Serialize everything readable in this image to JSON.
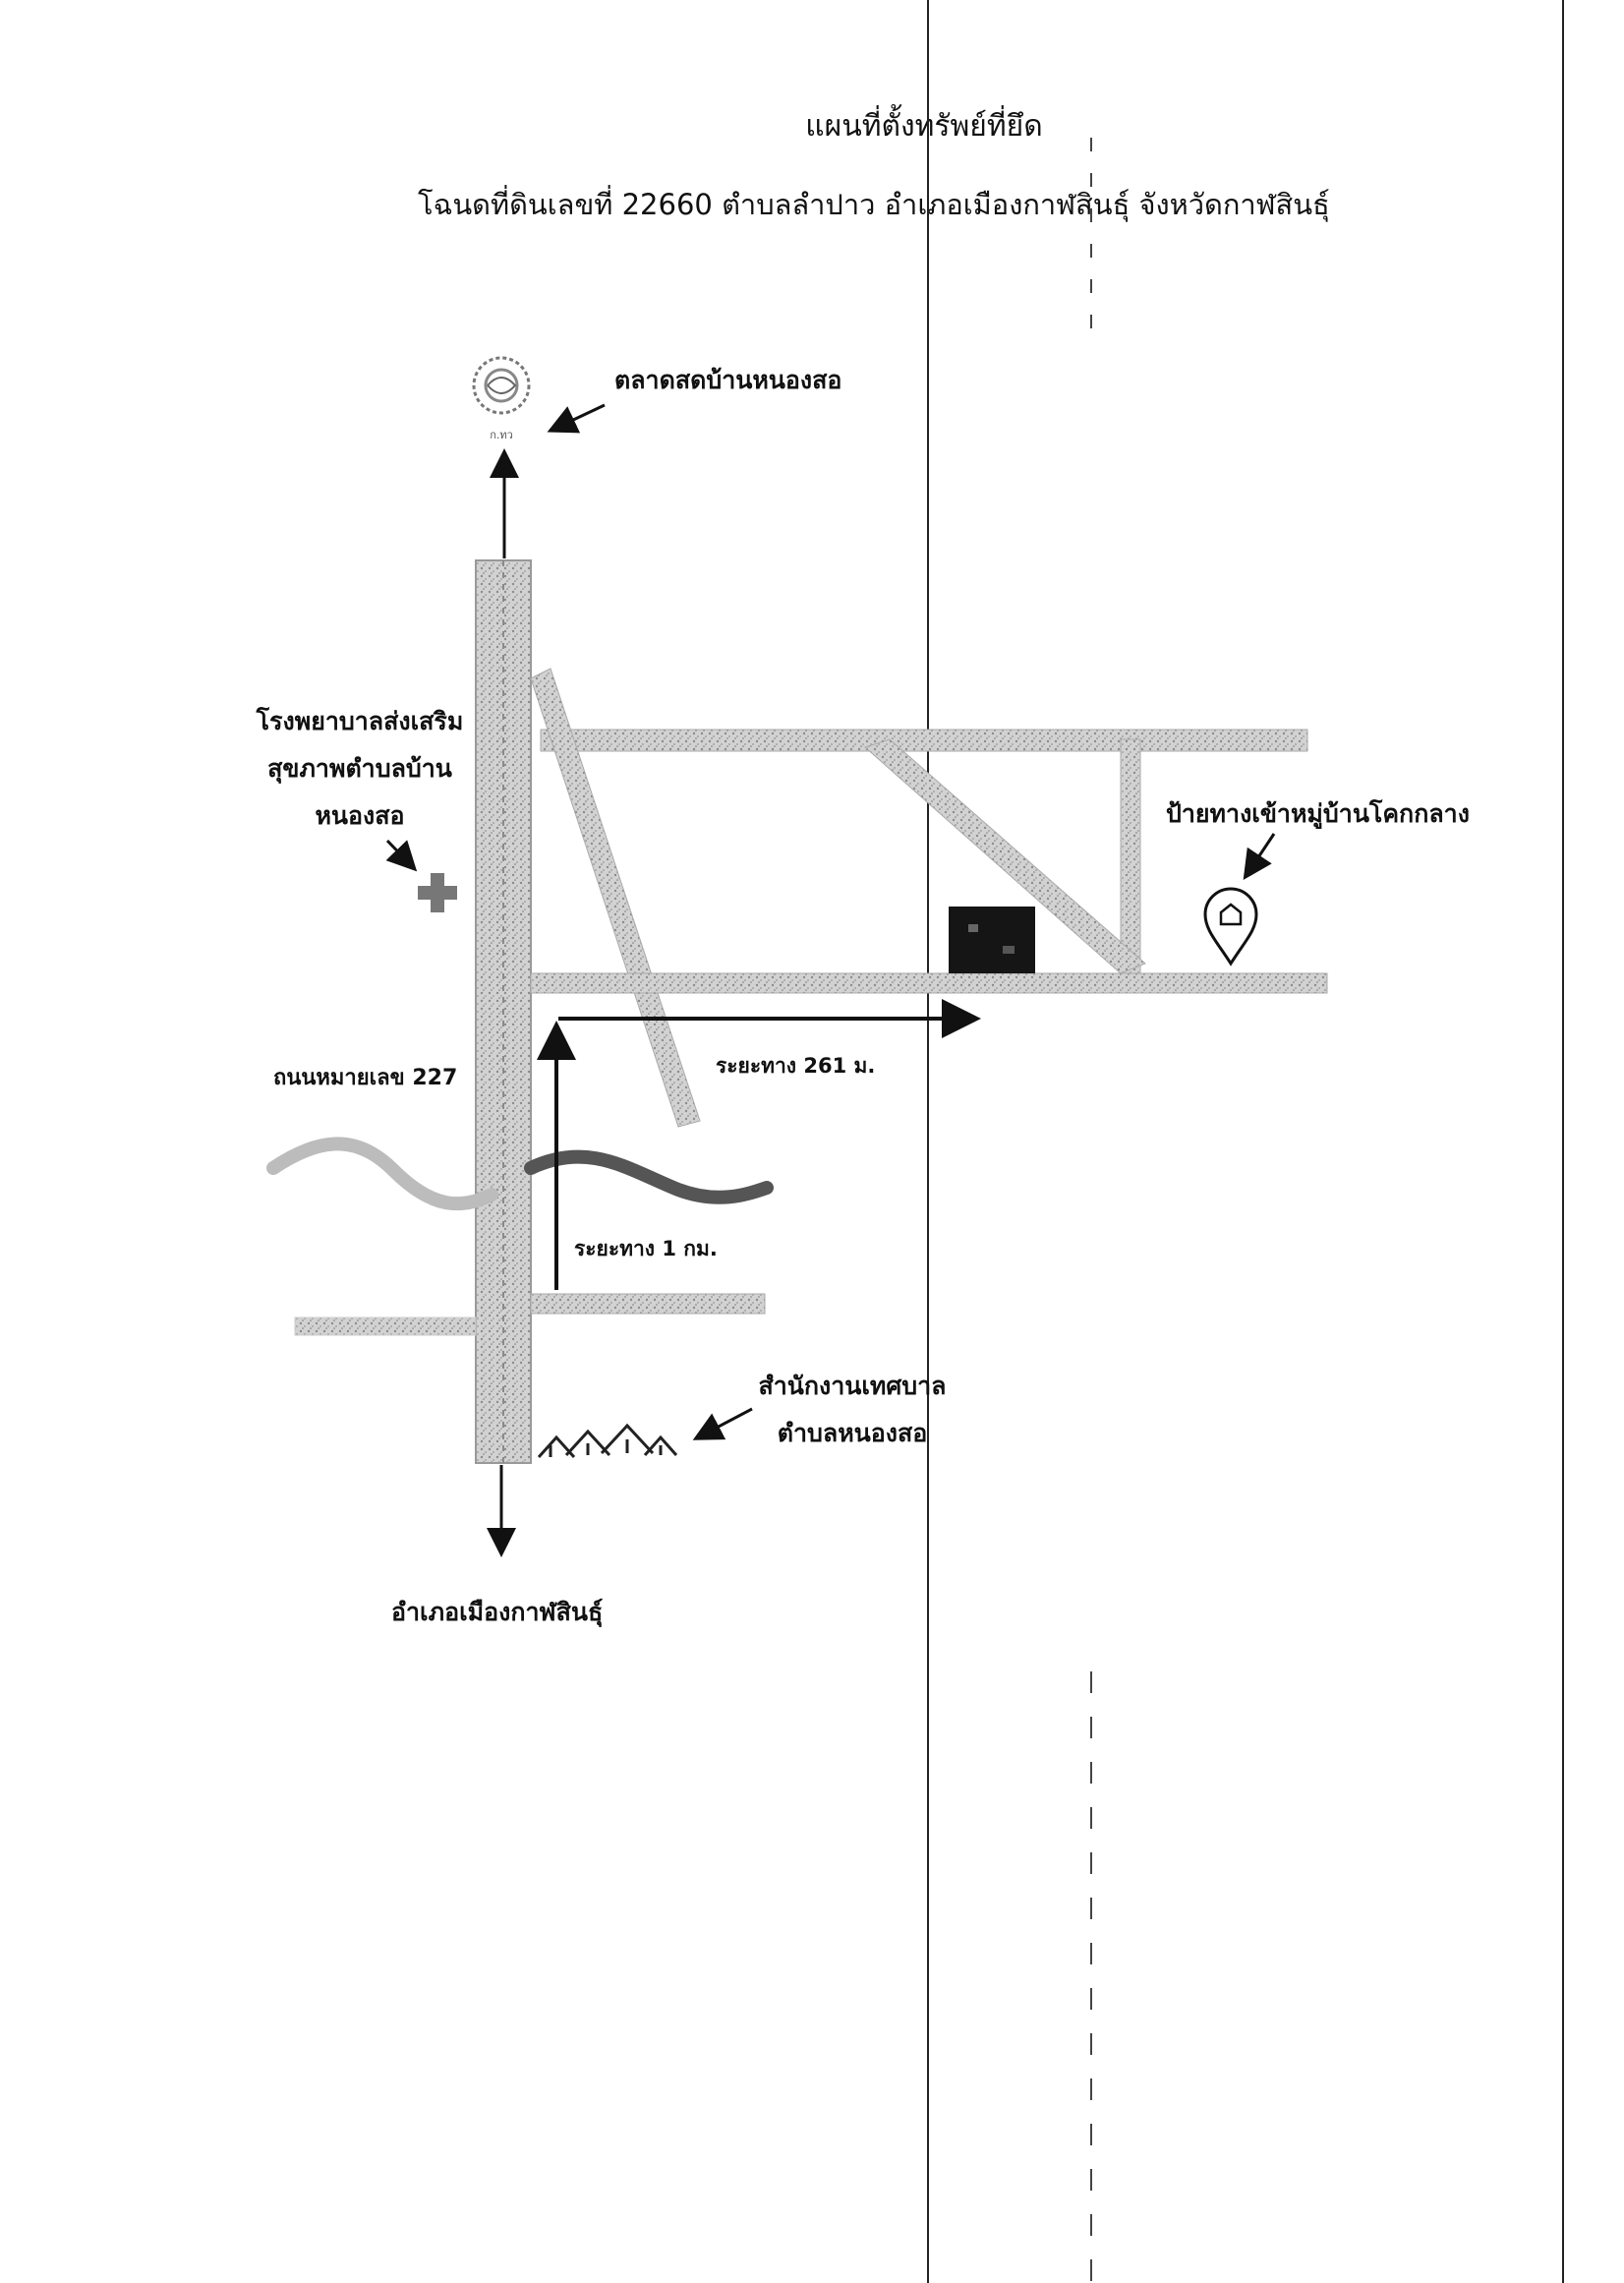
{
  "document": {
    "title": "แผนที่ตั้งทรัพย์ที่ยึด",
    "subtitle": "โฉนดที่ดินเลขที่ 22660  ตำบลลำปาว อำเภอเมืองกาฬสินธุ์ จังหวัดกาฬสินธุ์"
  },
  "map": {
    "labels": {
      "market": "ตลาดสดบ้านหนองสอ",
      "hospital_line1": "โรงพยาบาลส่งเสริม",
      "hospital_line2": "สุขภาพตำบลบ้าน",
      "hospital_line3": "หนองสอ",
      "village_sign": "ป้ายทางเข้าหมู่บ้านโคกกลาง",
      "road_name": "ถนนหมายเลข 227",
      "distance_261": "ระยะทาง 261 ม.",
      "distance_1km": "ระยะทาง 1 กม.",
      "municipal_line1": "สำนักงานเทศบาล",
      "municipal_line2": "ตำบลหนองสอ",
      "district": "อำเภอเมืองกาฬสินธุ์",
      "market_logo_text": "ก.ทว"
    },
    "icons": [
      "market-logo-icon",
      "hospital-cross-icon",
      "location-pin-icon",
      "municipal-building-icon",
      "property-marker-icon"
    ],
    "colors": {
      "road_fill": "#cfcfcf",
      "road_edge": "#9a9a9a",
      "property": "#151515",
      "arrow": "#111111",
      "river_dark": "#555555"
    }
  }
}
